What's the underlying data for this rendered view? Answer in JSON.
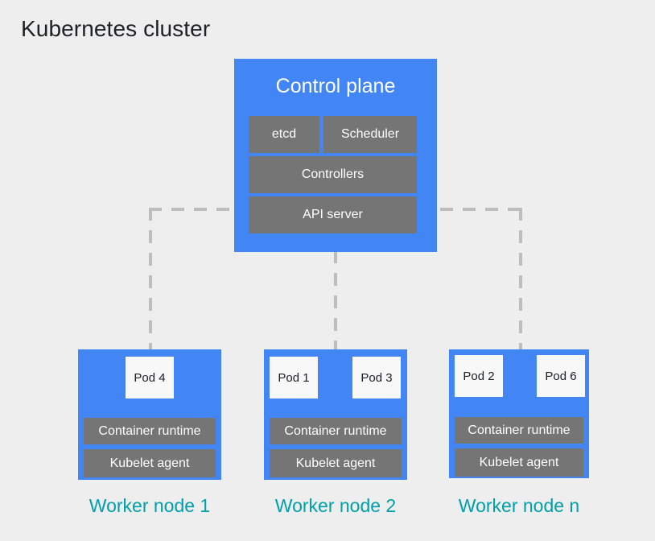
{
  "title": "Kubernetes cluster",
  "colors": {
    "background": "#eeeeee",
    "node_blue": "#4285f4",
    "component_gray": "#757575",
    "pod_white": "#f8f8f8",
    "caption_teal": "#00a0ab",
    "connector_gray": "#bdbdbd",
    "title_black": "#202124"
  },
  "control_plane": {
    "title": "Control plane",
    "components": [
      {
        "label": "etcd"
      },
      {
        "label": "Scheduler"
      },
      {
        "label": "Controllers"
      },
      {
        "label": "API server"
      }
    ]
  },
  "worker_nodes": [
    {
      "caption": "Worker node 1",
      "pods": [
        {
          "label": "Pod 4"
        }
      ],
      "components": [
        {
          "label": "Container runtime"
        },
        {
          "label": "Kubelet agent"
        }
      ]
    },
    {
      "caption": "Worker node 2",
      "pods": [
        {
          "label": "Pod 1"
        },
        {
          "label": "Pod 3"
        }
      ],
      "components": [
        {
          "label": "Container runtime"
        },
        {
          "label": "Kubelet agent"
        }
      ]
    },
    {
      "caption": "Worker node n",
      "pods": [
        {
          "label": "Pod 2"
        },
        {
          "label": "Pod 6"
        }
      ],
      "components": [
        {
          "label": "Container runtime"
        },
        {
          "label": "Kubelet agent"
        }
      ]
    }
  ],
  "connectors": [
    {
      "from": "API server",
      "to": "Worker node 1",
      "style": "dashed"
    },
    {
      "from": "Control plane",
      "to": "Worker node 2",
      "style": "dashed"
    },
    {
      "from": "API server",
      "to": "Worker node n",
      "style": "dashed"
    }
  ]
}
